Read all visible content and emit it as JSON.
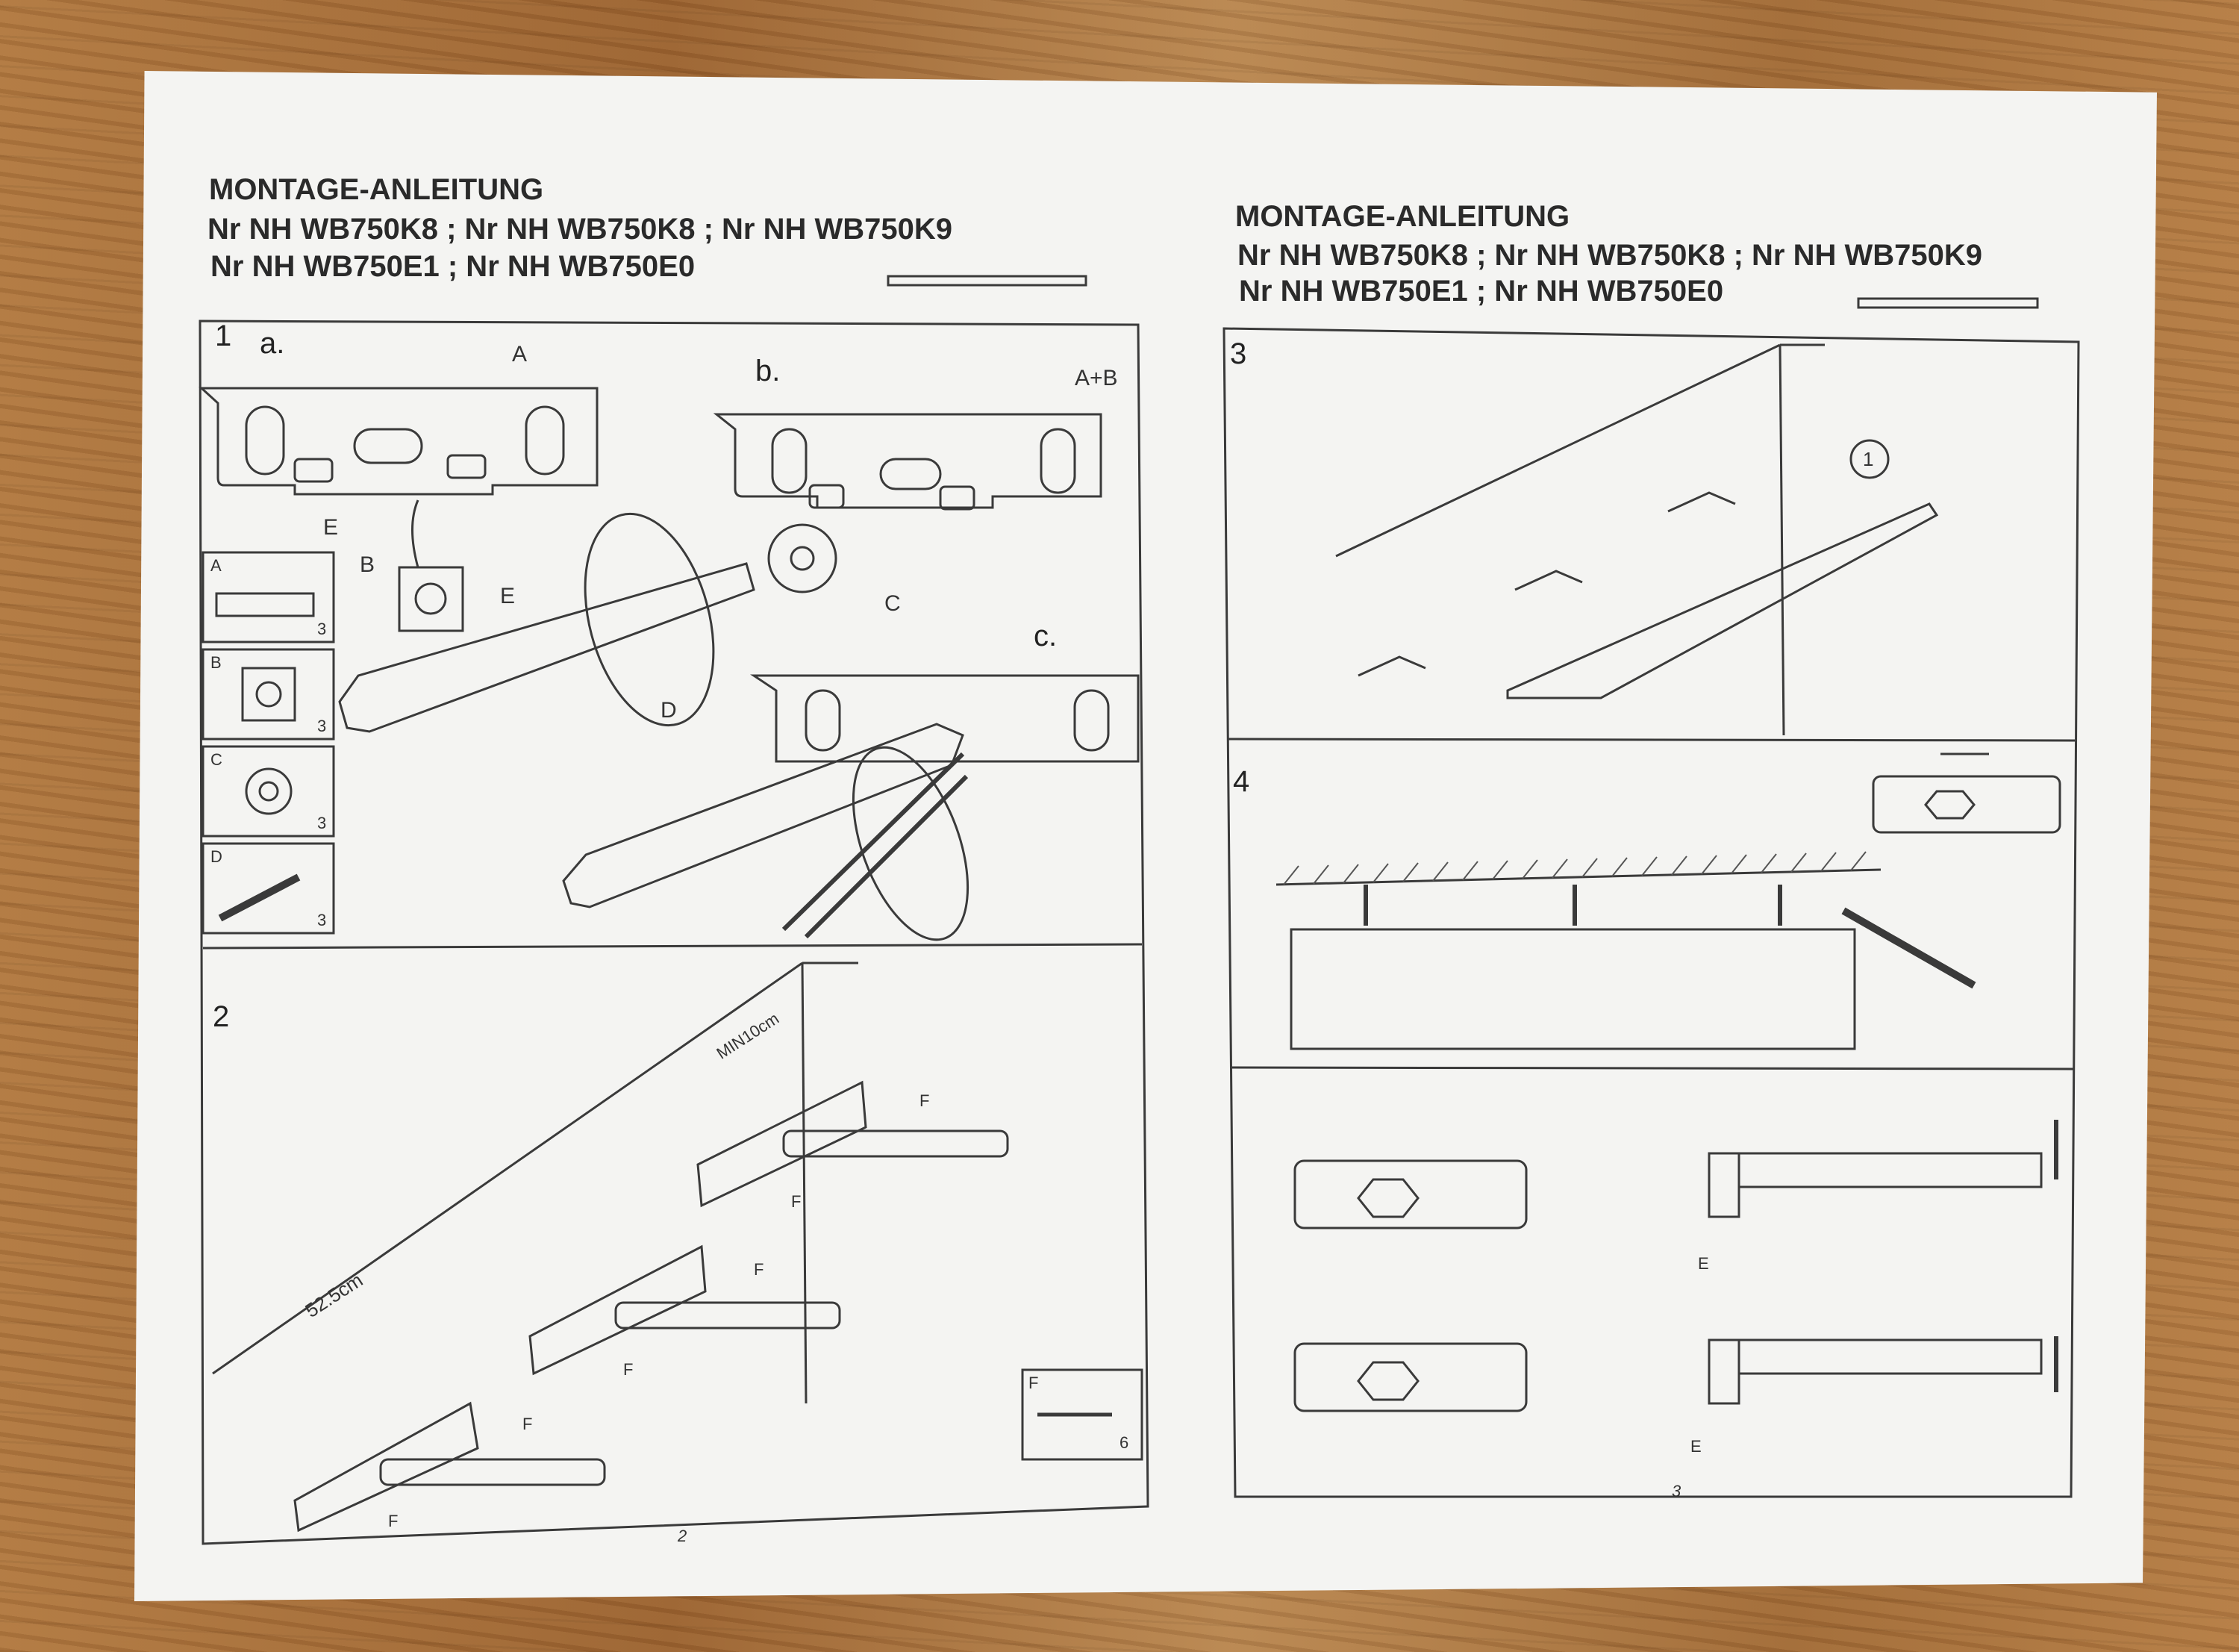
{
  "left_page": {
    "title": "MONTAGE-ANLEITUNG",
    "models_line1": "Nr NH WB750K8 ; Nr NH WB750K8 ; Nr NH WB750K9",
    "models_line2": "Nr NH WB750E1 ; Nr NH WB750E0",
    "page_number": "2",
    "step1": {
      "number": "1",
      "sub_a": "a.",
      "sub_b": "b.",
      "sub_c": "c.",
      "label_A": "A",
      "label_AB": "A+B",
      "label_B": "B",
      "label_C": "C",
      "label_D": "D",
      "label_E1": "E",
      "label_E2": "E"
    },
    "parts": [
      {
        "letter": "A",
        "qty": "3"
      },
      {
        "letter": "B",
        "qty": "3"
      },
      {
        "letter": "C",
        "qty": "3"
      },
      {
        "letter": "D",
        "qty": "3"
      }
    ],
    "step2": {
      "number": "2",
      "min_distance": "MIN10cm",
      "spacing": "52.5cm",
      "screw_label": "F",
      "screw_qty": "6"
    }
  },
  "right_page": {
    "title": "MONTAGE-ANLEITUNG",
    "models_line1": "Nr NH WB750K8 ; Nr NH WB750K8 ; Nr NH WB750K9",
    "models_line2": "Nr NH WB750E1 ; Nr NH WB750E0",
    "page_number": "3",
    "step3": {
      "number": "3",
      "callout": "1"
    },
    "step4": {
      "number": "4",
      "label_E_top": "E",
      "label_E_bottom": "E"
    }
  }
}
